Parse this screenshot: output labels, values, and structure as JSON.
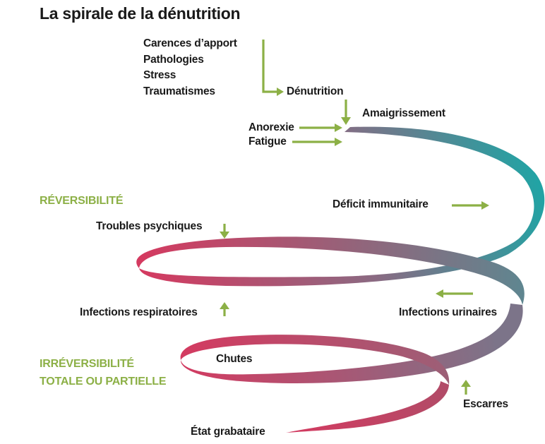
{
  "title": "La spirale de la dénutrition",
  "causes": [
    "Carences d’apport",
    "Pathologies",
    "Stress",
    "Traumatismes"
  ],
  "labels": {
    "denutrition": "Dénutrition",
    "amaigrissement": "Amaigrissement",
    "anorexie": "Anorexie",
    "fatigue": "Fatigue",
    "deficit_immunitaire": "Déficit immunitaire",
    "troubles_psychiques": "Troubles psychiques",
    "infections_respiratoires": "Infections respiratoires",
    "infections_urinaires": "Infections urinaires",
    "chutes": "Chutes",
    "escarres": "Escarres",
    "etat_grabataire": "État grabataire"
  },
  "zones": {
    "reversibilite": "RÉVERSIBILITÉ",
    "irreversibilite_line1": "IRRÉVERSIBILITÉ",
    "irreversibilite_line2": "TOTALE OU PARTIELLE"
  },
  "colors": {
    "arrow_green": "#8cb046",
    "spiral_teal": "#2aa3a4",
    "spiral_crimson": "#d03a5e",
    "zone_green": "#8cb046"
  },
  "icons": [
    "arrow-right-icon",
    "arrow-down-icon",
    "arrow-left-icon",
    "arrow-up-icon"
  ]
}
